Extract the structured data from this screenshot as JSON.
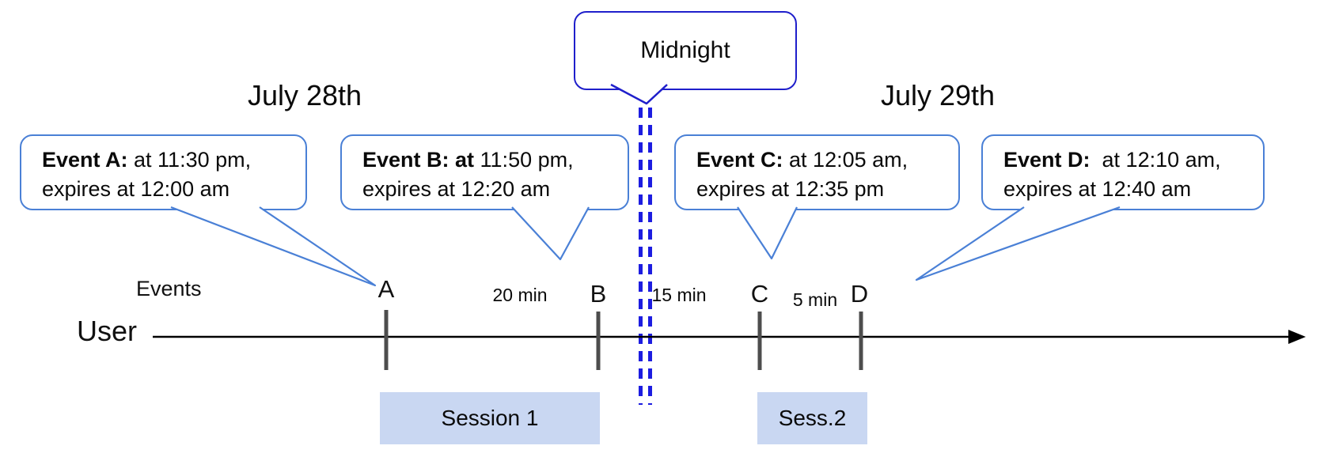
{
  "headings": {
    "left_date": "July 28th",
    "right_date": "July 29th"
  },
  "midnight": {
    "label": "Midnight"
  },
  "timeline": {
    "axis_row_label": "Events",
    "actor_label": "User"
  },
  "events": {
    "items": [
      {
        "tick_label": "A",
        "bold": "Event A:",
        "rest": " at 11:30 pm,",
        "line2": "expires at 12:00 am"
      },
      {
        "tick_label": "B",
        "bold": "Event B: at",
        "rest": " 11:50 pm,",
        "line2": "expires at 12:20 am"
      },
      {
        "tick_label": "C",
        "bold": "Event C:",
        "rest": " at 12:05 am,",
        "line2": "expires at 12:35 pm"
      },
      {
        "tick_label": "D",
        "bold": "Event D:",
        "rest": "  at 12:10 am,",
        "line2": "expires at 12:40 am"
      }
    ]
  },
  "intervals": [
    {
      "between": "A-B",
      "label": "20 min"
    },
    {
      "between": "midnight-C",
      "label": "15 min"
    },
    {
      "between": "C-D",
      "label": "5 min"
    }
  ],
  "sessions": [
    {
      "label": "Session 1"
    },
    {
      "label": "Sess.2"
    }
  ],
  "colors": {
    "event_bubble_border": "#4a80d6",
    "midnight_bubble_border": "#1f1fcb",
    "midnight_dashed_line": "#1d1de0",
    "session_box_fill": "#c9d7f2",
    "timeline_line": "#000000",
    "tick_mark": "#4d4d4d",
    "text": "#0a0a0a",
    "background": "#ffffff"
  }
}
